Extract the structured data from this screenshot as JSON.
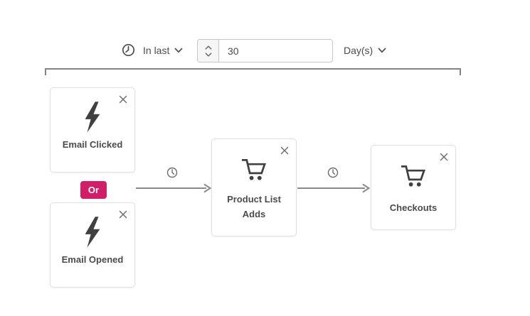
{
  "colors": {
    "or_badge": "#D01E69",
    "arrow": "#8a8a8a",
    "bracket": "#838383",
    "card_border": "#e0e0e0",
    "text": "#4b4b4b",
    "icon_dark": "#404040",
    "icon_gray": "#6e6e6e"
  },
  "toolbar": {
    "clock_icon": "clock",
    "range_operator": {
      "label": "In last",
      "icon": "chevron-down"
    },
    "value_field": {
      "value": "30",
      "stepper_icons": [
        "chevron-up",
        "chevron-down"
      ]
    },
    "unit_dropdown": {
      "label": "Day(s)",
      "icon": "chevron-down"
    }
  },
  "flow": {
    "or_label": "Or",
    "nodes": [
      {
        "label": "Email Clicked",
        "icon": "lightning-bolt",
        "close_icon": "x"
      },
      {
        "label": "Email Opened",
        "icon": "lightning-bolt",
        "close_icon": "x"
      },
      {
        "label": "Product List Adds",
        "icon": "shopping-cart",
        "close_icon": "x"
      },
      {
        "label": "Checkouts",
        "icon": "shopping-cart",
        "close_icon": "x"
      }
    ],
    "connectors": [
      {
        "to": "Product List Adds",
        "icon": "clock"
      },
      {
        "to": "Checkouts",
        "icon": "clock"
      }
    ]
  }
}
